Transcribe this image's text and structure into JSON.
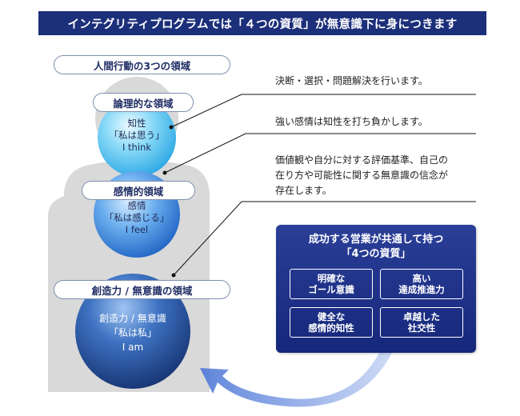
{
  "title": "インテグリティプログラムでは「４つの資質」が無意識下に身につきます",
  "domains_heading": "人間行動の3つの領域",
  "logic": {
    "label": "論理的な領域",
    "lines": [
      "知性",
      "「私は思う」",
      "I think"
    ]
  },
  "emotion": {
    "label": "感情的領域",
    "lines": [
      "感情",
      "「私は感じる」",
      "I feel"
    ]
  },
  "creativity": {
    "label": "創造力 / 無意識の領域",
    "lines": [
      "創造力 / 無意識",
      "「私は私」",
      "I am"
    ]
  },
  "notes": {
    "logic": "決断・選択・問題解決を行います。",
    "emotion": "強い感情は知性を打ち負かします。",
    "creativity": [
      "価値観や自分に対する評価基準、自己の",
      "在り方や可能性に関する無意識の信念が",
      "存在します。"
    ]
  },
  "panel": {
    "heading_line1": "成功する営業が共通して持つ",
    "heading_line2": "「4つの資質」",
    "qualities": [
      [
        "明確な",
        "ゴール意識"
      ],
      [
        "高い",
        "達成推進力"
      ],
      [
        "健全な",
        "感情的知性"
      ],
      [
        "卓越した",
        "社交性"
      ]
    ]
  },
  "colors": {
    "title_bar": "#1c2f7a",
    "silhouette": "#d9d9d9",
    "logic_circle": "#5ec8f2",
    "emotion_circle": "#3f8fe0",
    "creativity_circle": "#244b9c",
    "panel": "#1f3189",
    "arrow": "#6f8fd8"
  }
}
